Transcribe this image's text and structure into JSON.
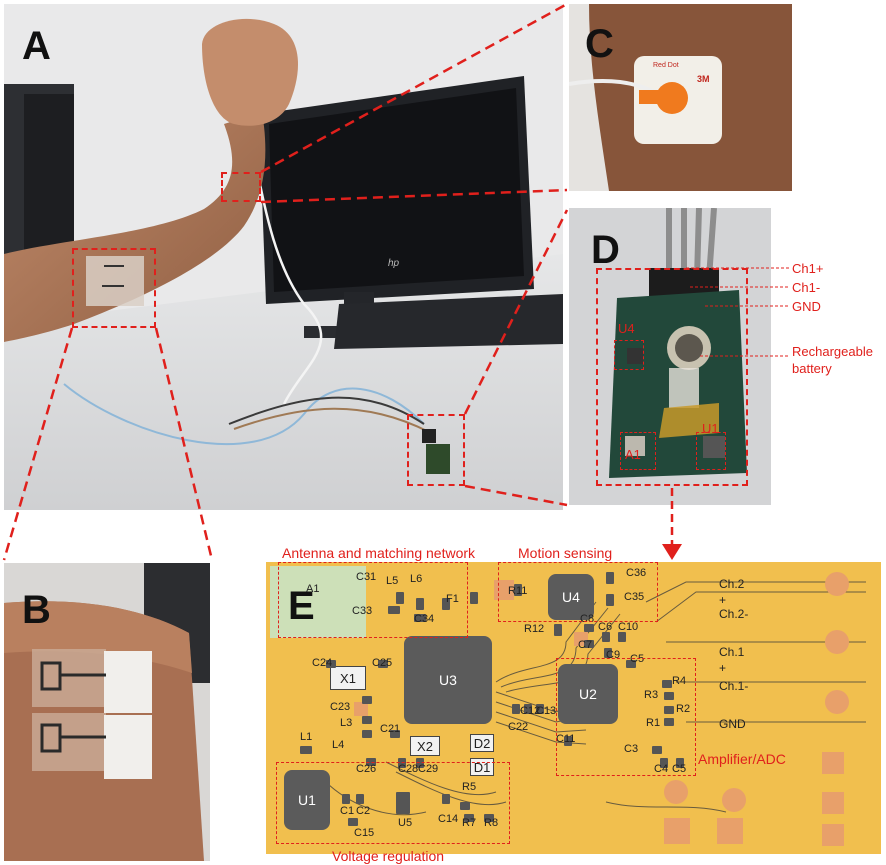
{
  "panels": {
    "a": {
      "letter": "A"
    },
    "b": {
      "letter": "B"
    },
    "c": {
      "letter": "C"
    },
    "d": {
      "letter": "D"
    },
    "e": {
      "letter": "E"
    }
  },
  "monitor_logo": "hp",
  "panel_c": {
    "electrode_brand": "3M",
    "electrode_text": "Red Dot"
  },
  "panel_d": {
    "callouts": {
      "ch1_plus": "Ch1+",
      "ch1_minus": "Ch1-",
      "gnd": "GND",
      "battery_line1": "Rechargeable",
      "battery_line2": "battery"
    },
    "board_labels": {
      "u4": "U4",
      "a1": "A1",
      "u1": "U1"
    }
  },
  "panel_e": {
    "regions": {
      "antenna": "Antenna and matching network",
      "motion": "Motion sensing",
      "amplifier": "Amplifier/ADC",
      "voltage": "Voltage regulation"
    },
    "chips": {
      "u1": "U1",
      "u2": "U2",
      "u3": "U3",
      "u4": "U4",
      "x1": "X1",
      "x2": "X2",
      "d2": "D2",
      "d1": "D1"
    },
    "pins": {
      "ch2_top": "Ch.2",
      "plus_2": "+",
      "ch2_minus": "Ch.2-",
      "ch1_top": "Ch.1",
      "plus_1": "+",
      "ch1_minus": "Ch.1-",
      "gnd": "GND"
    },
    "refs": {
      "a1": "A1",
      "c31": "C31",
      "l5": "L5",
      "l6": "L6",
      "f1": "F1",
      "c33": "C33",
      "c34": "C34",
      "r11": "R11",
      "c36": "C36",
      "c35": "C35",
      "r12": "R12",
      "c8": "C8",
      "c6": "C6",
      "c10": "C10",
      "c7": "C7",
      "c9": "C9",
      "c5": "C5",
      "r4": "R4",
      "r3": "R3",
      "r2": "R2",
      "r1": "R1",
      "c3": "C3",
      "c4": "C4",
      "c5b": "C5",
      "c11": "C11",
      "c24": "C24",
      "c25": "C25",
      "c23": "C23",
      "l3": "L3",
      "l4": "L4",
      "c21": "C21",
      "c22": "C22",
      "c12": "C12",
      "c13": "C13",
      "l1": "L1",
      "c26": "C26",
      "c28": "C28",
      "c29": "C29",
      "r5": "R5",
      "r7": "R7",
      "r8": "R8",
      "c14": "C14",
      "c1": "C1",
      "c2": "C2",
      "c15": "C15",
      "u5": "U5"
    }
  }
}
